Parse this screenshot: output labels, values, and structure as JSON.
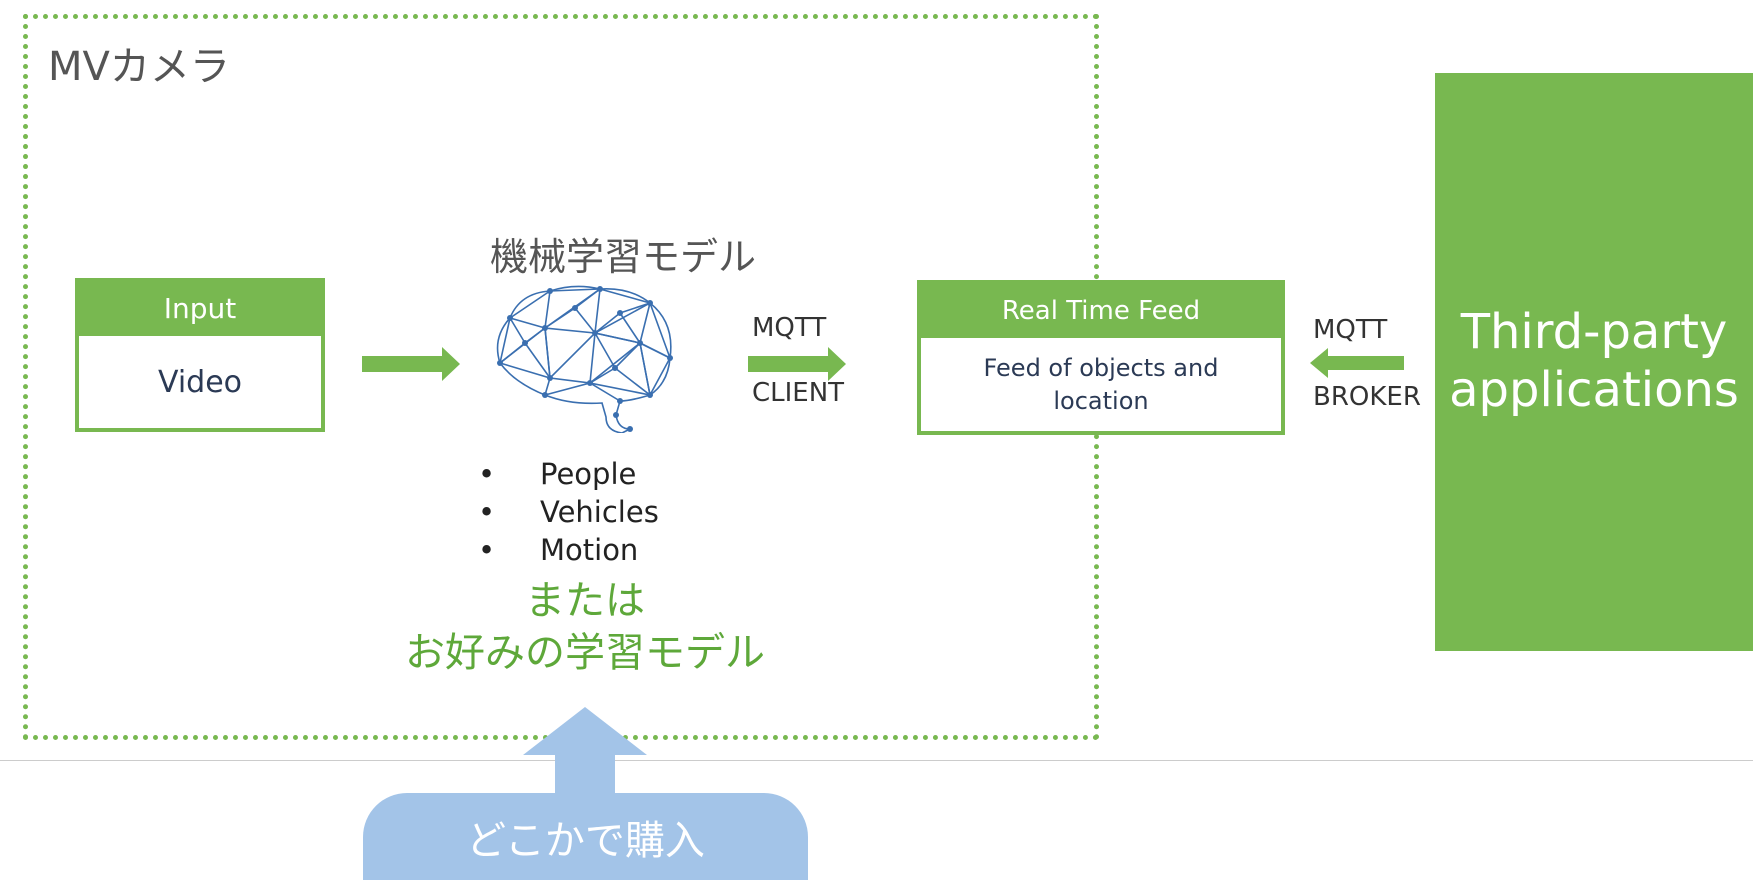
{
  "camera": {
    "label": "MVカメラ"
  },
  "input_box": {
    "header": "Input",
    "body": "Video"
  },
  "ml_model": {
    "title": "機械学習モデル",
    "bullets": [
      "People",
      "Vehicles",
      "Motion"
    ],
    "or_line1": "または",
    "or_line2": "お好みの学習モデル"
  },
  "mqtt_client": {
    "top": "MQTT",
    "bottom": "CLIENT"
  },
  "feed_box": {
    "header": "Real Time Feed",
    "body": "Feed of objects and location"
  },
  "mqtt_broker": {
    "top": "MQTT",
    "bottom": "BROKER"
  },
  "third_party": {
    "line1": "Third-party",
    "line2": "applications"
  },
  "buy_pill": {
    "label": "どこかで購入"
  },
  "colors": {
    "green": "#78b850",
    "green_text": "#5ea83a",
    "blue": "#a3c4e8",
    "brain_blue": "#3a6fb0"
  },
  "bullet_glyph": "•"
}
